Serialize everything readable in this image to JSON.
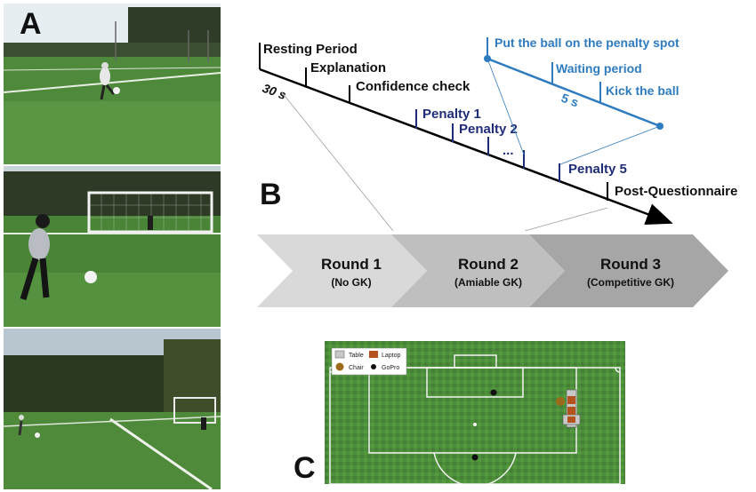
{
  "panels": {
    "a": "A",
    "b": "B",
    "c": "C"
  },
  "timeline": {
    "steps": [
      "Resting Period",
      "Explanation",
      "Confidence check",
      "Penalty 1",
      "Penalty 2",
      "...",
      "Penalty 5",
      "Post-Questionnaire"
    ],
    "duration_main": "30 s",
    "detail_steps": [
      "Put the ball on the penalty spot",
      "Waiting period",
      "Kick the ball"
    ],
    "duration_detail": "5 s"
  },
  "rounds": [
    {
      "title": "Round 1",
      "subtitle": "(No GK)"
    },
    {
      "title": "Round 2",
      "subtitle": "(Amiable GK)"
    },
    {
      "title": "Round 3",
      "subtitle": "(Competitive GK)"
    }
  ],
  "field_legend": [
    "Table",
    "Laptop",
    "Chair",
    "GoPro"
  ],
  "colors": {
    "dark_text": "#111111",
    "penalty_navy": "#1f2d78",
    "detail_blue": "#2e7bc0",
    "round1_fill": "#d9d9d9",
    "round2_fill": "#bfbfbf",
    "round3_fill": "#a6a6a6",
    "grass_dark": "#2f6b2a",
    "grass_light": "#4c8f3a",
    "laptop_brown": "#b5531f",
    "chair_brown": "#9c6a1a"
  }
}
